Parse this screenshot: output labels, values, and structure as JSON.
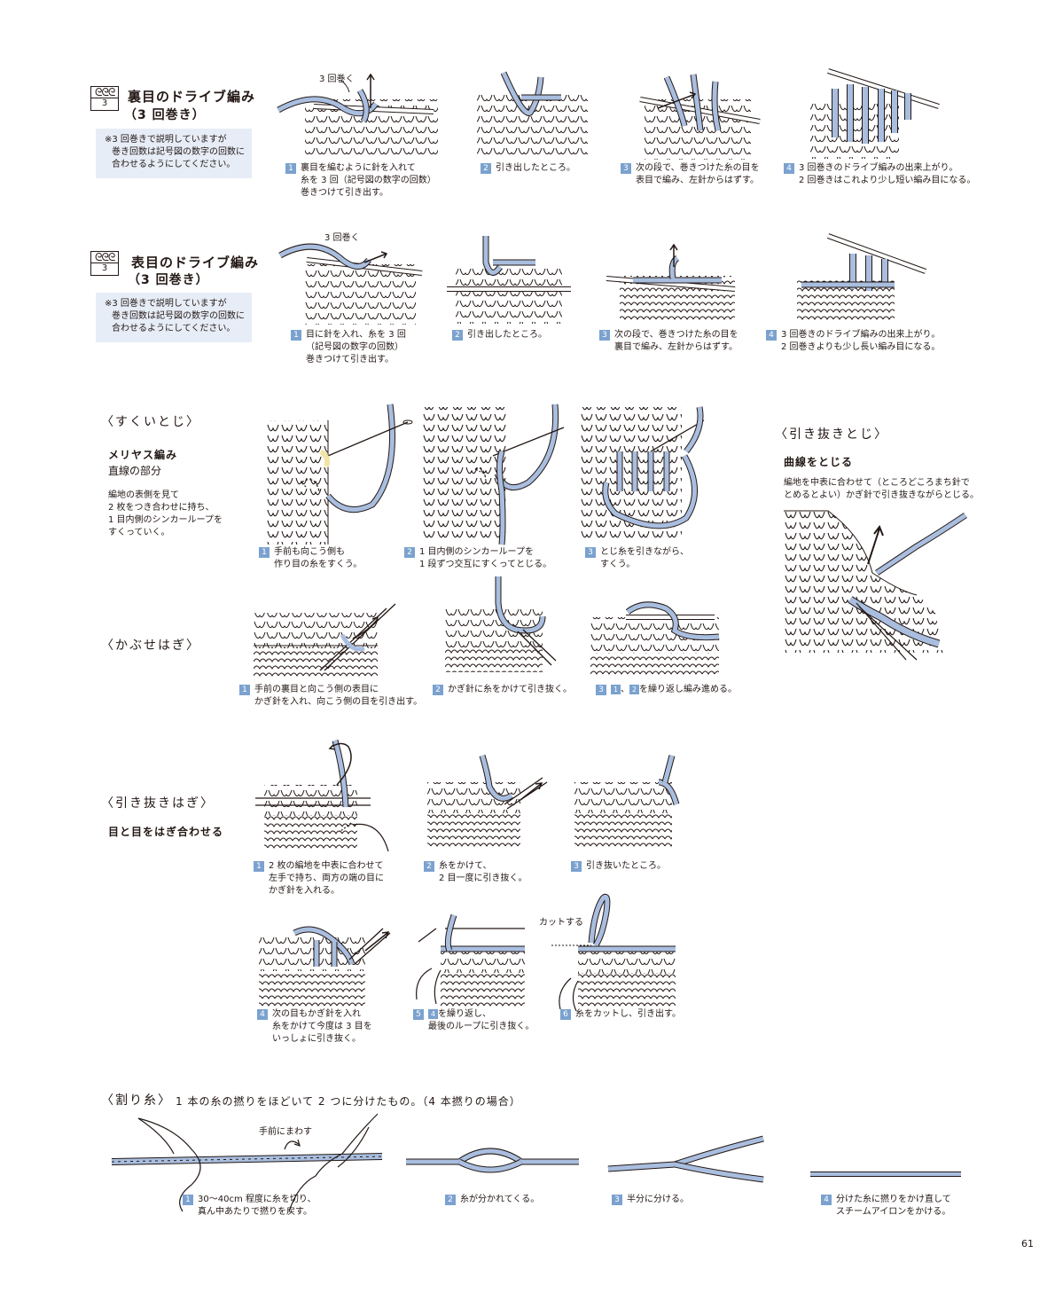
{
  "drive_purl": {
    "symbol_num": "3",
    "title": "裏目のドライブ編み",
    "sub": "（3 回巻き）",
    "note": [
      "※3 回巻きで説明していますが",
      "巻き回数は記号図の数字の回数に",
      "合わせるようにしてください。"
    ],
    "label_wind": "3 回巻く",
    "steps": [
      {
        "n": "1",
        "lines": [
          "裏目を編むように針を入れて",
          "糸を 3 回（記号図の数字の回数）",
          "巻きつけて引き出す。"
        ]
      },
      {
        "n": "2",
        "lines": [
          "引き出したところ。"
        ]
      },
      {
        "n": "3",
        "lines": [
          "次の段で、巻きつけた糸の目を",
          "表目で編み、左針からはずす。"
        ]
      },
      {
        "n": "4",
        "lines": [
          "3 回巻きのドライブ編みの出来上がり。",
          "2 回巻きはこれより少し短い編み目になる。"
        ]
      }
    ]
  },
  "drive_knit": {
    "symbol_num": "3",
    "title": "表目のドライブ編み",
    "sub": "（3 回巻き）",
    "note": [
      "※3 回巻きで説明していますが",
      "巻き回数は記号図の数字の回数に",
      "合わせるようにしてください。"
    ],
    "label_wind": "3 回巻く",
    "steps": [
      {
        "n": "1",
        "lines": [
          "目に針を入れ、糸を 3 回",
          "（記号図の数字の回数）",
          "巻きつけて引き出す。"
        ]
      },
      {
        "n": "2",
        "lines": [
          "引き出したところ。"
        ]
      },
      {
        "n": "3",
        "lines": [
          "次の段で、巻きつけた糸の目を",
          "裏目で編み、左針からはずす。"
        ]
      },
      {
        "n": "4",
        "lines": [
          "3 回巻きのドライブ編みの出来上がり。",
          "2 回巻きよりも少し長い編み目になる。"
        ]
      }
    ]
  },
  "sukui": {
    "title": "〈すくいとじ〉",
    "sub1": "メリヤス編み",
    "sub2": "直線の部分",
    "desc": [
      "編地の表側を見て",
      "2 枚をつき合わせに持ち、",
      "1 目内側のシンカーループを",
      "すくっていく。"
    ],
    "steps": [
      {
        "n": "1",
        "lines": [
          "手前も向こう側も",
          "作り目の糸をすくう。"
        ]
      },
      {
        "n": "2",
        "lines": [
          "1 目内側のシンカーループを",
          "1 段ずつ交互にすくってとじる。"
        ]
      },
      {
        "n": "3",
        "lines": [
          "とじ糸を引きながら、",
          "すくう。"
        ]
      }
    ]
  },
  "hikinuki_toji": {
    "title": "〈引き抜きとじ〉",
    "sub": "曲線をとじる",
    "desc": [
      "編地を中表に合わせて（ところどころまち針で",
      "とめるとよい）かぎ針で引き抜きながらとじる。"
    ]
  },
  "kabuse": {
    "title": "〈かぶせはぎ〉",
    "steps": [
      {
        "n": "1",
        "lines": [
          "手前の裏目と向こう側の表目に",
          "かぎ針を入れ、向こう側の目を引き出す。"
        ]
      },
      {
        "n": "2",
        "lines": [
          "かぎ針に糸をかけて引き抜く。"
        ]
      },
      {
        "n": "3",
        "ref1": "1",
        "sep": "、",
        "ref2": "2",
        "text": "を繰り返し編み進める。"
      }
    ]
  },
  "hikinuki_hagi": {
    "title": "〈引き抜きはぎ〉",
    "sub": "目と目をはぎ合わせる",
    "label_cut": "カットする",
    "steps": [
      {
        "n": "1",
        "lines": [
          "2 枚の編地を中表に合わせて",
          "左手で持ち、両方の端の目に",
          "かぎ針を入れる。"
        ]
      },
      {
        "n": "2",
        "lines": [
          "糸をかけて、",
          "2 目一度に引き抜く。"
        ]
      },
      {
        "n": "3",
        "lines": [
          "引き抜いたところ。"
        ]
      },
      {
        "n": "4",
        "lines": [
          "次の目もかぎ針を入れ",
          "糸をかけて今度は 3 目を",
          "いっしょに引き抜く。"
        ]
      },
      {
        "n": "5",
        "ref": "4",
        "first": "を繰り返し、",
        "second": "最後のループに引き抜く。"
      },
      {
        "n": "6",
        "lines": [
          "糸をカットし、引き出す。"
        ]
      }
    ]
  },
  "wari": {
    "title": "〈割り糸〉",
    "desc": "1 本の糸の撚りをほどいて 2 つに分けたもの。（4 本撚りの場合）",
    "label_twist": "手前にまわす",
    "steps": [
      {
        "n": "1",
        "lines": [
          "30〜40cm 程度に糸を切り、",
          "真ん中あたりで撚りを戻す。"
        ]
      },
      {
        "n": "2",
        "lines": [
          "糸が分かれてくる。"
        ]
      },
      {
        "n": "3",
        "lines": [
          "半分に分ける。"
        ]
      },
      {
        "n": "4",
        "lines": [
          "分けた糸に撚りをかけ直して",
          "スチームアイロンをかける。"
        ]
      }
    ]
  },
  "page_number": "61",
  "colors": {
    "yarn": "#a9bedf",
    "badge": "#7ba2cf",
    "note_bg": "#e7edf7",
    "ink": "#231815"
  }
}
